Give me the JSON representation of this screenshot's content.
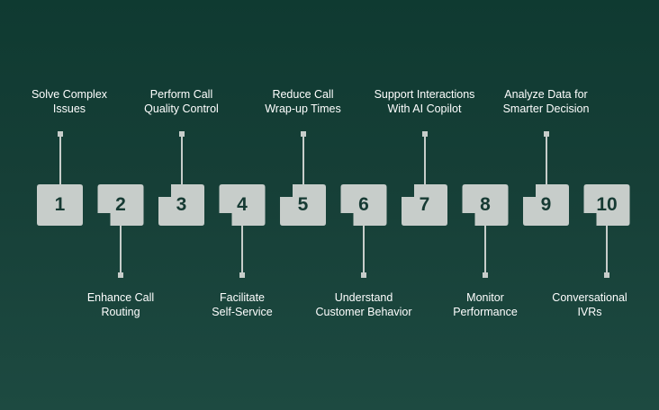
{
  "colors": {
    "background_top": "#0f3a31",
    "background_bottom": "#1d4a41",
    "piece_fill": "#c7cdca",
    "number_text": "#163a33",
    "label_text": "#ffffff"
  },
  "steps": [
    {
      "number": "1",
      "label": "Solve Complex\nIssues",
      "position": "top"
    },
    {
      "number": "2",
      "label": "Enhance Call\nRouting",
      "position": "bottom"
    },
    {
      "number": "3",
      "label": "Perform Call\nQuality Control",
      "position": "top"
    },
    {
      "number": "4",
      "label": "Facilitate\nSelf-Service",
      "position": "bottom"
    },
    {
      "number": "5",
      "label": "Reduce Call\nWrap-up Times",
      "position": "top"
    },
    {
      "number": "6",
      "label": "Understand\nCustomer Behavior",
      "position": "bottom"
    },
    {
      "number": "7",
      "label": "Support Interactions\nWith AI Copilot",
      "position": "top"
    },
    {
      "number": "8",
      "label": "Monitor\nPerformance",
      "position": "bottom"
    },
    {
      "number": "9",
      "label": "Analyze Data for\nSmarter Decision",
      "position": "top"
    },
    {
      "number": "10",
      "label": "Conversational\nIVRs",
      "position": "bottom"
    }
  ]
}
